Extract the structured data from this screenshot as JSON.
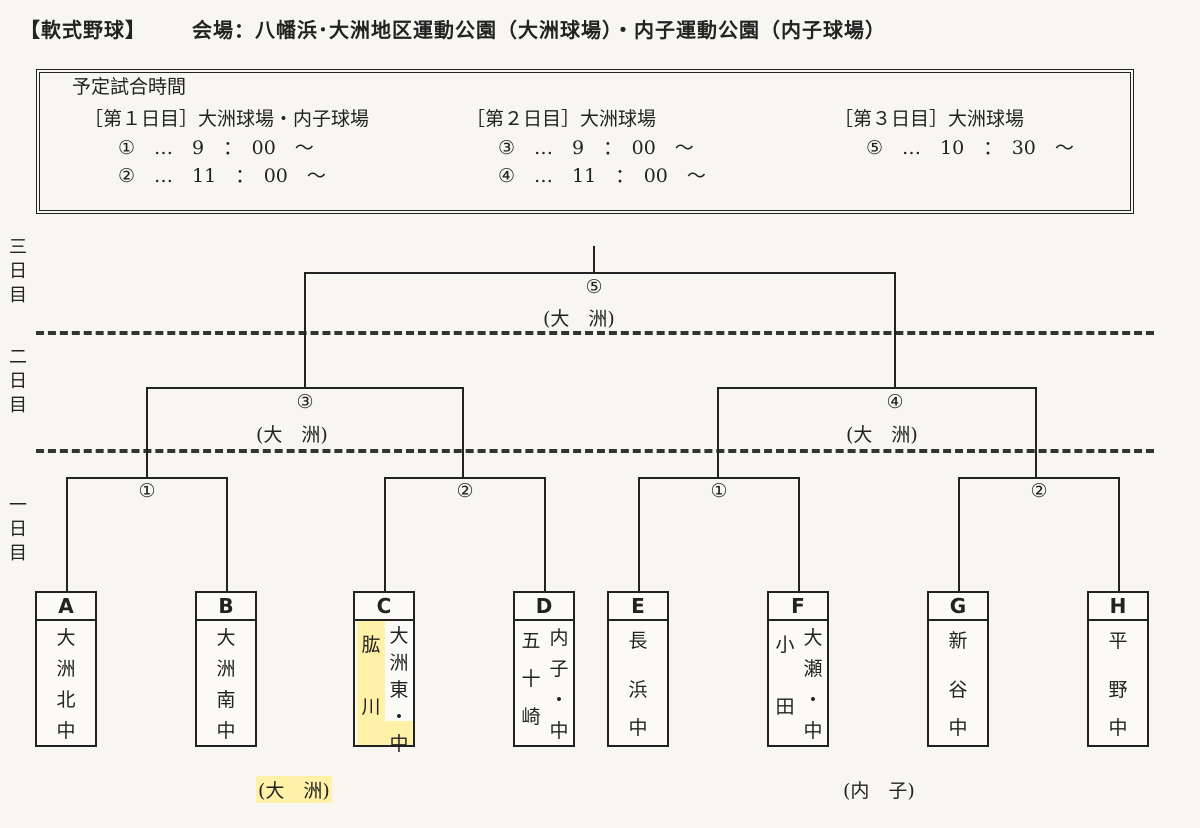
{
  "header": {
    "title": "【軟式野球】",
    "venue": "会場：八幡浜･大洲地区運動公園（大洲球場）・内子運動公園（内子球場）"
  },
  "schedule": {
    "title": "予定試合時間",
    "day1": {
      "label": "［第１日目］大洲球場・内子球場",
      "m1": "①　…　9　：　00　〜",
      "m2": "②　…　11　：　00　〜"
    },
    "day2": {
      "label": "［第２日目］大洲球場",
      "m3": "③　…　9　：　00　〜",
      "m4": "④　…　11　：　00　〜"
    },
    "day3": {
      "label": "［第３日目］大洲球場",
      "m5": "⑤　…　10　：　30　〜"
    }
  },
  "days": {
    "day3": [
      "三",
      "日",
      "目"
    ],
    "day2": [
      "二",
      "日",
      "目"
    ],
    "day1": [
      "一",
      "日",
      "目"
    ]
  },
  "matches": {
    "r1_1": "①",
    "r1_2": "②",
    "r1_3": "①",
    "r1_4": "②",
    "r2_3": "③",
    "r2_4": "④",
    "final": "⑤",
    "venue_r2_3": "(大　洲)",
    "venue_r2_4": "(大　洲)",
    "venue_final": "(大　洲)"
  },
  "teams": [
    {
      "letter": "A",
      "col1": [
        "大",
        "洲",
        "北",
        "中"
      ]
    },
    {
      "letter": "B",
      "col1": [
        "大",
        "洲",
        "南",
        "中"
      ]
    },
    {
      "letter": "C",
      "col1": [
        "肱",
        "",
        "川",
        ""
      ],
      "col2": [
        "大",
        "洲",
        "東",
        "・",
        "中"
      ]
    },
    {
      "letter": "D",
      "col1": [
        "五",
        "十",
        "崎",
        ""
      ],
      "col2": [
        "内",
        "子",
        "・",
        "中"
      ]
    },
    {
      "letter": "E",
      "col1": [
        "長",
        "",
        "浜",
        "中"
      ]
    },
    {
      "letter": "F",
      "col1": [
        "小",
        "",
        "田",
        ""
      ],
      "col2": [
        "大",
        "瀬",
        "・",
        "中"
      ]
    },
    {
      "letter": "G",
      "col1": [
        "新",
        "",
        "谷",
        "中"
      ]
    },
    {
      "letter": "H",
      "col1": [
        "平",
        "",
        "野",
        "中"
      ]
    }
  ],
  "bottom": {
    "left": "(大　洲)",
    "right": "(内　子)"
  },
  "colors": {
    "highlight": "#fff2a8",
    "line": "#222222"
  }
}
